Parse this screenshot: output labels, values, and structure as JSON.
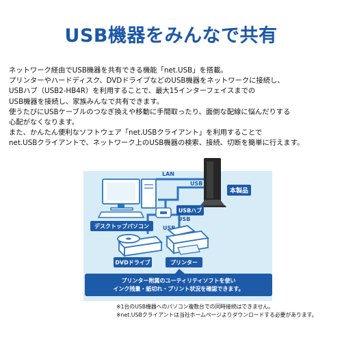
{
  "title": "USB機器をみんなで共有",
  "description": {
    "lines": [
      "ネットワーク経由でUSB機器を共有できる機能「net.USB」を搭載。",
      "プリンターやハードディスク、DVDドライブなどのUSB機器をネットワークに接続し、",
      "USBハブ（USB2-HB4R）を利用することで、最大15インターフェイスまでの",
      "USB機器を接続し、家族みんなで共有できます。",
      "使うたびにUSBケーブルのつなぎ換えや移動に手間取ったり、面倒な配線に悩んだりする",
      "心配がなくなります。",
      "また、かんたん便利なソフトウェア「net.USBクライアント」を利用することで",
      "net.USBクライアントで、ネットワーク上のUSB機器の検索、接続、切断を簡単に行えます。"
    ]
  },
  "diagram": {
    "lan_label": "LAN",
    "usb_label_top": "USB",
    "usb_label_mid": "USB",
    "usb_label_printer": "USB",
    "hub_label": "USBハブ",
    "router_label": "本製品",
    "desktop_label": "デスクトップパソコン",
    "dvd_label": "DVDドライブ",
    "printer_label": "プリンター",
    "callout_lines": [
      "プリンター附属のユーティリティソフトを使い",
      "インク残量・紙切れ・プリント状況を確認できます。"
    ],
    "colors": {
      "panel": "#d8ecf8",
      "label_bg": "#1d5aa8",
      "line": "#2b74c1",
      "title": "#1b57a7"
    }
  },
  "notes": [
    "※1台のUSB機器へのパソコン複数台での同時接続はできません。",
    "※net.USBクライアントは当社ホームページよりダウンロードする必要があります。"
  ]
}
